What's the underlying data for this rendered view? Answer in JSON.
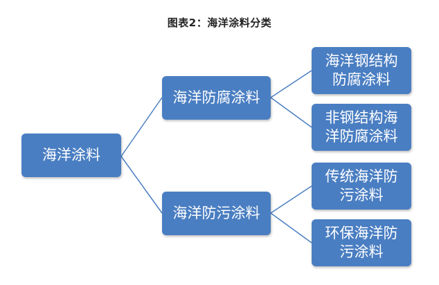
{
  "title": "图表2：海洋涂料分类",
  "colors": {
    "node_fill": "#4a7ec2",
    "node_text": "#ffffff",
    "connector": "#4a7ec2"
  },
  "tree": {
    "root": "海洋涂料",
    "mid": [
      "海洋防腐涂料",
      "海洋防污涂料"
    ],
    "leaves": [
      "海洋钢结构\n防腐涂料",
      "非钢结构海\n洋防腐涂料",
      "传统海洋防\n污涂料",
      "环保海洋防\n污涂料"
    ]
  }
}
